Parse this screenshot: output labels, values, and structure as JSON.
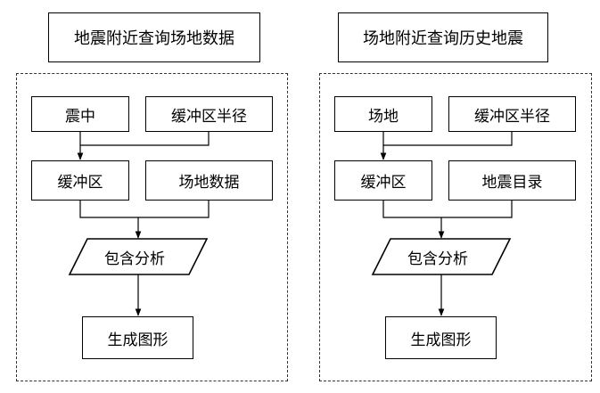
{
  "left": {
    "title": "地震附近查询场地数据",
    "box_a": "震中",
    "box_b": "缓冲区半径",
    "box_c": "缓冲区",
    "box_d": "场地数据",
    "analysis": "包含分析",
    "output": "生成图形"
  },
  "right": {
    "title": "场地附近查询历史地震",
    "box_a": "场地",
    "box_b": "缓冲区半径",
    "box_c": "缓冲区",
    "box_d": "地震目录",
    "analysis": "包含分析",
    "output": "生成图形"
  }
}
